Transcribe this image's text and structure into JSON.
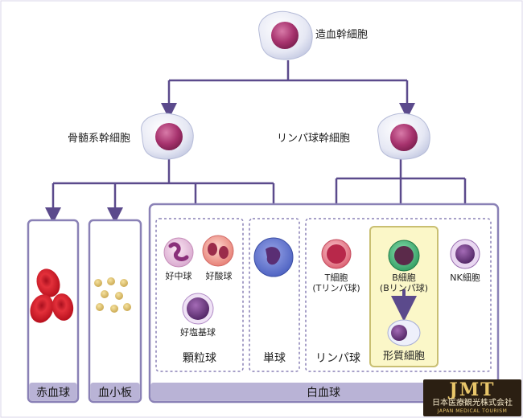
{
  "labels": {
    "hsc": "造血幹細胞",
    "myeloid": "骨髄系幹細胞",
    "lymphoid": "リンパ球幹細胞",
    "neutrophil": "好中球",
    "eosinophil": "好酸球",
    "basophil": "好塩基球",
    "granulocyte": "顆粒球",
    "monocyte": "単球",
    "lymphocyte": "リンパ球",
    "t_cell": "T細胞",
    "t_cell_sub": "(Tリンパ球)",
    "b_cell": "B細胞",
    "b_cell_sub": "(Bリンパ球)",
    "plasma": "形質細胞",
    "nk": "NK細胞",
    "rbc": "赤血球",
    "platelet": "血小板",
    "wbc": "白血球"
  },
  "logo": {
    "mark": "JMT",
    "jp": "日本医療観光株式会社",
    "en": "JAPAN MEDICAL TOURISM"
  },
  "colors": {
    "line": "#5b4a8c",
    "panel": "#8a81b6",
    "bar": "#b9b3d6",
    "highlight": "#fbf7c8",
    "highlight_border": "#c9bf72"
  }
}
